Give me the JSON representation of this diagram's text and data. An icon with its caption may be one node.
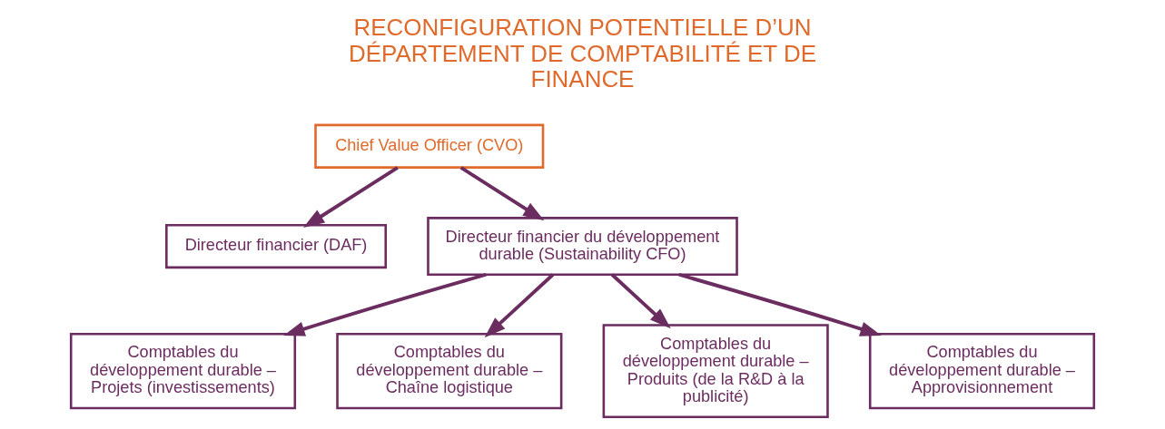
{
  "diagram": {
    "title": "RECONFIGURATION POTENTIELLE D’UN DÉPARTEMENT DE COMPTABILITÉ ET DE FINANCE",
    "nodes": [
      {
        "text": [
          "Chief Value Officer (CVO)"
        ]
      },
      {
        "text": [
          "Directeur financier (DAF)"
        ]
      },
      {
        "text": [
          "Directeur financier du développement durable (Sustainability CFO)"
        ]
      },
      {
        "text": [
          "Comptables du développement durable – Projets (investissements)"
        ]
      },
      {
        "text": [
          "Comptables du développement durable – Chaîne logistique"
        ]
      },
      {
        "text": [
          "Comptables du développement durable – Produits (de la R&D à la publicité)"
        ]
      },
      {
        "text": [
          "Comptables du développement durable – Approvisionnement"
        ]
      }
    ],
    "edges": [
      {
        "from": 0,
        "to": 1,
        "arrow": "to"
      },
      {
        "from": 0,
        "to": 2,
        "arrow": "to"
      },
      {
        "from": 2,
        "to": 3,
        "arrow": "to"
      },
      {
        "from": 2,
        "to": 4,
        "arrow": "to"
      },
      {
        "from": 2,
        "to": 5,
        "arrow": "to"
      },
      {
        "from": 2,
        "to": 6,
        "arrow": "to"
      }
    ]
  }
}
